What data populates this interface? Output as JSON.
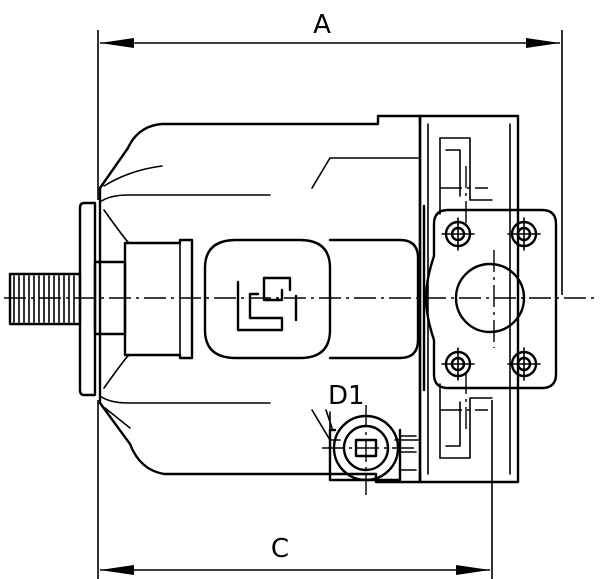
{
  "drawing": {
    "labels": {
      "dim_a": "A",
      "dim_c": "C",
      "port_d1": "D1"
    }
  }
}
